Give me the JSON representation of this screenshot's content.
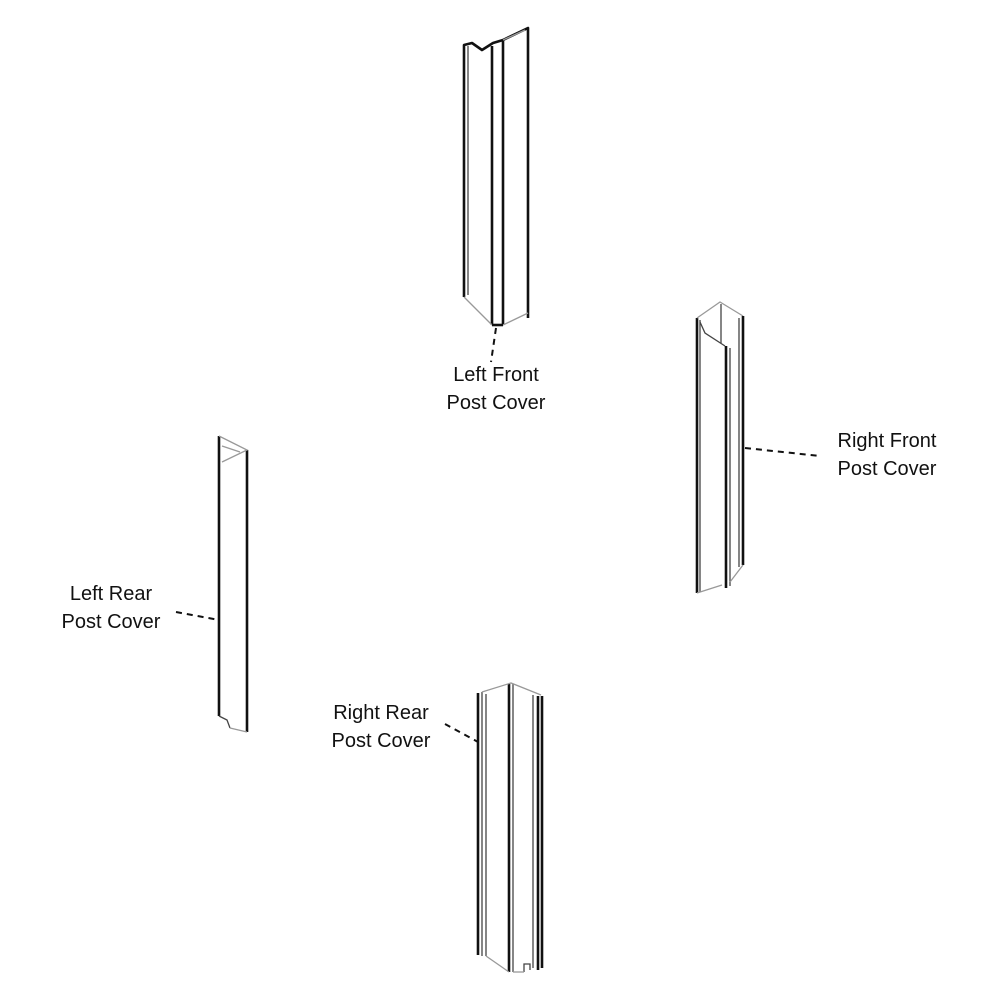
{
  "parts": [
    {
      "id": "left-front",
      "label_lines": [
        "Left Front",
        "Post Cover"
      ]
    },
    {
      "id": "right-front",
      "label_lines": [
        "Right Front",
        "Post Cover"
      ]
    },
    {
      "id": "left-rear",
      "label_lines": [
        "Left Rear",
        "Post Cover"
      ]
    },
    {
      "id": "right-rear",
      "label_lines": [
        "Right Rear",
        "Post Cover"
      ]
    }
  ]
}
